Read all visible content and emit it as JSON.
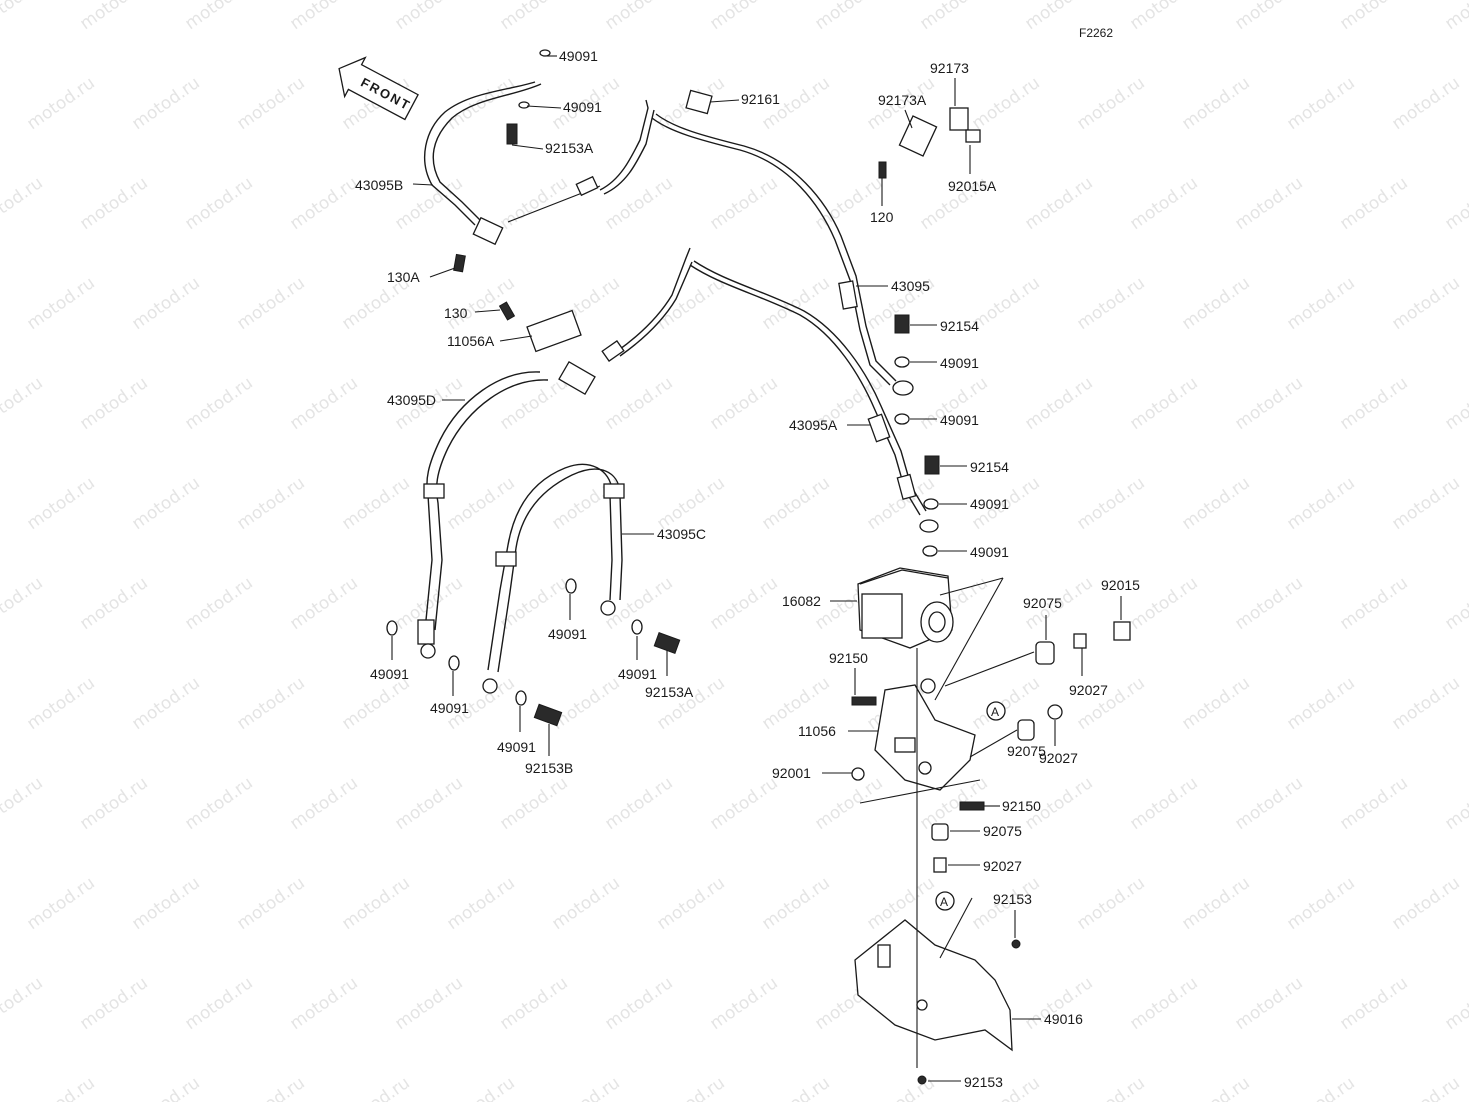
{
  "figure_code": "F2262",
  "front_label": "FRONT",
  "watermark": "motod.ru",
  "ref_marker": "A",
  "callouts": [
    {
      "key": "c1",
      "text": "49091"
    },
    {
      "key": "c2",
      "text": "49091"
    },
    {
      "key": "c3",
      "text": "92153A"
    },
    {
      "key": "c4",
      "text": "92161"
    },
    {
      "key": "c5",
      "text": "43095B"
    },
    {
      "key": "c6",
      "text": "130A"
    },
    {
      "key": "c7",
      "text": "92173"
    },
    {
      "key": "c8",
      "text": "92173A"
    },
    {
      "key": "c9",
      "text": "92015A"
    },
    {
      "key": "c10",
      "text": "120"
    },
    {
      "key": "c11",
      "text": "43095"
    },
    {
      "key": "c12",
      "text": "130"
    },
    {
      "key": "c13",
      "text": "11056A"
    },
    {
      "key": "c14",
      "text": "92154"
    },
    {
      "key": "c15",
      "text": "49091"
    },
    {
      "key": "c16",
      "text": "43095D"
    },
    {
      "key": "c17",
      "text": "49091"
    },
    {
      "key": "c18",
      "text": "43095A"
    },
    {
      "key": "c19",
      "text": "92154"
    },
    {
      "key": "c20",
      "text": "49091"
    },
    {
      "key": "c21",
      "text": "43095C"
    },
    {
      "key": "c22",
      "text": "49091"
    },
    {
      "key": "c23",
      "text": "16082"
    },
    {
      "key": "c24",
      "text": "92015"
    },
    {
      "key": "c25",
      "text": "92075"
    },
    {
      "key": "c26",
      "text": "49091"
    },
    {
      "key": "c27",
      "text": "49091"
    },
    {
      "key": "c28",
      "text": "92153A"
    },
    {
      "key": "c29",
      "text": "92150"
    },
    {
      "key": "c30",
      "text": "92027"
    },
    {
      "key": "c31",
      "text": "49091"
    },
    {
      "key": "c32",
      "text": "49091"
    },
    {
      "key": "c33",
      "text": "11056"
    },
    {
      "key": "c34",
      "text": "92027"
    },
    {
      "key": "c35",
      "text": "92075"
    },
    {
      "key": "c36",
      "text": "49091"
    },
    {
      "key": "c37",
      "text": "92153B"
    },
    {
      "key": "c38",
      "text": "92001"
    },
    {
      "key": "c39",
      "text": "92150"
    },
    {
      "key": "c40",
      "text": "92075"
    },
    {
      "key": "c41",
      "text": "92027"
    },
    {
      "key": "c42",
      "text": "92153"
    },
    {
      "key": "c43",
      "text": "49016"
    },
    {
      "key": "c44",
      "text": "92153"
    }
  ]
}
